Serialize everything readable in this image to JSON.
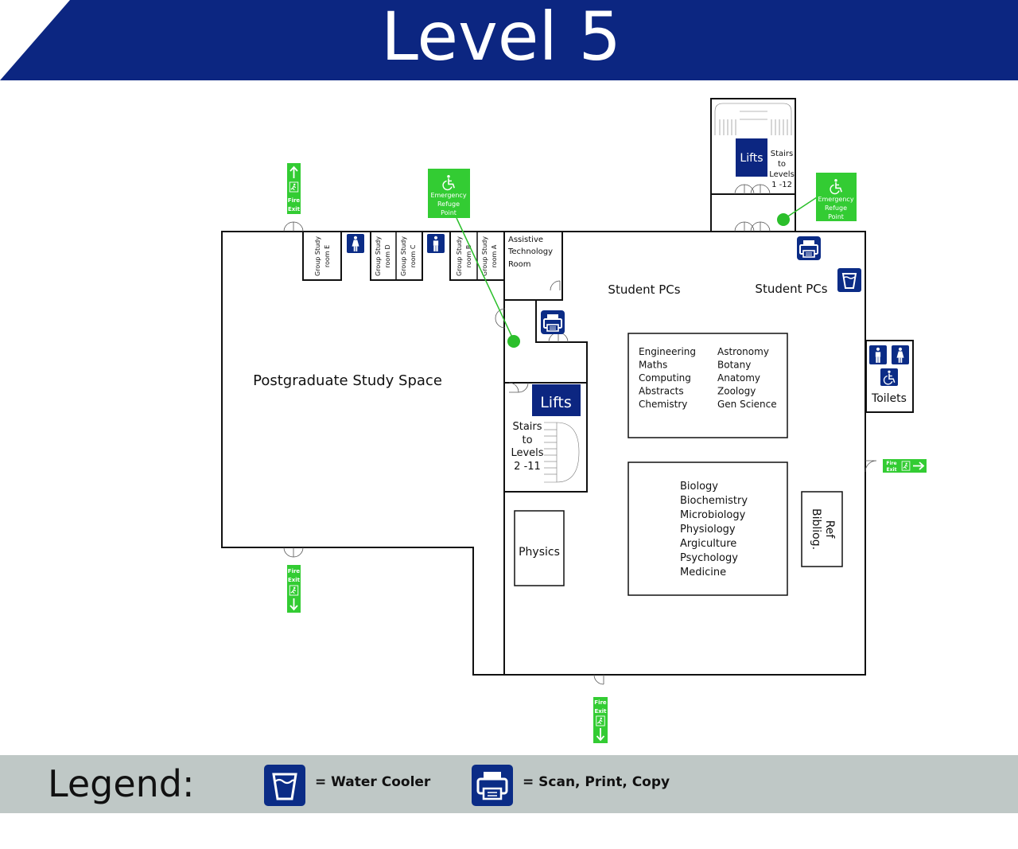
{
  "title": "Level 5",
  "colors": {
    "header": "#0c2681",
    "icon_blue": "#0b2c86",
    "exit_green": "#33cc33",
    "refuge_dot": "#2bbf2b",
    "legend_bg": "#bfc8c6"
  },
  "rooms": {
    "postgrad": "Postgraduate Study Space",
    "study_e": [
      "Group Study",
      "room E"
    ],
    "study_d": [
      "Group Study",
      "room D"
    ],
    "study_c": [
      "Group Study",
      "room C"
    ],
    "study_b": [
      "Group Study",
      "room B"
    ],
    "study_a": [
      "Group Study",
      "room A"
    ],
    "assistive": [
      "Assistive",
      "Technology",
      "Room"
    ],
    "student_pcs_1": "Student PCs",
    "student_pcs_2": "Student PCs",
    "physics": "Physics",
    "ref": [
      "Ref",
      "Bibliog."
    ],
    "toilets": "Toilets"
  },
  "lifts": {
    "main_label": "Lifts",
    "main_stairs": [
      "Stairs",
      "to",
      "Levels",
      "2 -11"
    ],
    "north_label": "Lifts",
    "north_stairs": [
      "Stairs",
      "to",
      "Levels",
      "1 -12"
    ]
  },
  "shelves": {
    "col1": [
      "Engineering",
      "Maths",
      "Computing",
      "Abstracts",
      "Chemistry"
    ],
    "col2": [
      "Astronomy",
      "Botany",
      "Anatomy",
      "Zoology",
      "Gen Science"
    ],
    "col3": [
      "Biology",
      "Biochemistry",
      "Microbiology",
      "Physiology",
      "Argiculture",
      "Psychology",
      "Medicine"
    ]
  },
  "signs": {
    "refuge": [
      "Emergency",
      "Refuge",
      "Point"
    ],
    "fire_exit": [
      "Fire",
      "Exit"
    ]
  },
  "icons": {
    "wheelchair": "wheelchair-icon",
    "printer": "printer-icon",
    "water": "water-cooler-icon",
    "female": "female-toilet-icon",
    "male": "male-toilet-icon",
    "running_man": "running-man-icon"
  },
  "legend": {
    "title": "Legend:",
    "water_label": "= Water Cooler",
    "print_label": "= Scan, Print, Copy"
  }
}
